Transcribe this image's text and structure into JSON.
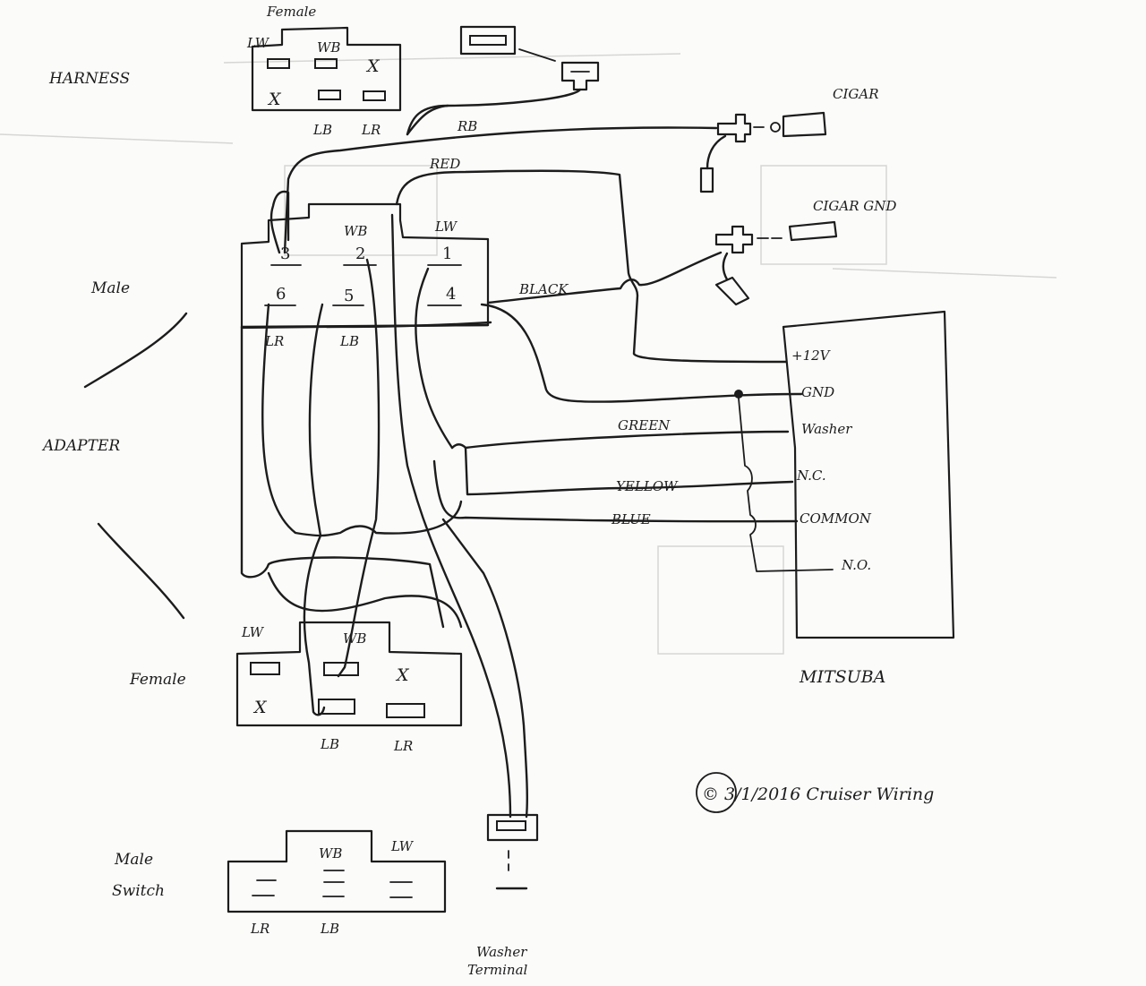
{
  "labels": {
    "harness": "HARNESS",
    "male": "Male",
    "adapter": "ADAPTER",
    "female": "Female",
    "male_switch_1": "Male",
    "male_switch_2": "Switch",
    "washer_terminal_1": "Washer",
    "washer_terminal_2": "Terminal",
    "mitsuba": "MITSUBA",
    "copyright": "© 3/1/2016 Cruiser Wiring"
  },
  "connectors": {
    "harness_female": {
      "title": "Female",
      "pins_top": [
        "LW",
        "WB"
      ],
      "pins_bottom": [
        "LB",
        "LR"
      ],
      "blank": "X"
    },
    "adapter_male": {
      "pins": [
        "3",
        "2",
        "1",
        "6",
        "5",
        "4"
      ],
      "top_labels": [
        "WB",
        "LW"
      ],
      "bottom_labels": [
        "LR",
        "LB"
      ]
    },
    "adapter_female": {
      "top_labels": [
        "LW",
        "WB"
      ],
      "bottom_labels": [
        "LB",
        "LR"
      ],
      "blank": "X"
    },
    "switch_male": {
      "top_labels": [
        "WB",
        "LW"
      ],
      "bottom_labels": [
        "LR",
        "LB"
      ]
    }
  },
  "wires": {
    "rb": "RB",
    "red": "RED",
    "black": "BLACK",
    "green": "GREEN",
    "yellow": "YELLOW",
    "blue": "BLUE",
    "cigar": "CIGAR",
    "cigar_gnd": "CIGAR GND"
  },
  "module_terminals": [
    "+12V",
    "GND",
    "Washer",
    "N.C.",
    "COMMON",
    "N.O."
  ]
}
